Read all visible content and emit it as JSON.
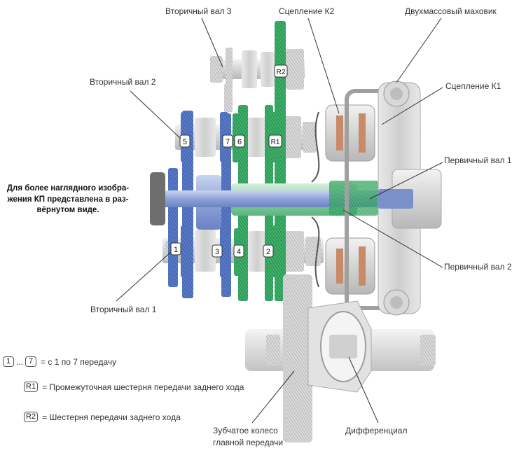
{
  "labels": {
    "secondary_shaft_3": "Вторичный вал 3",
    "clutch_k2": "Сцепление К2",
    "dual_mass_flywheel": "Двухмассовый маховик",
    "secondary_shaft_2": "Вторичный вал 2",
    "clutch_k1": "Сцепление К1",
    "primary_shaft_1": "Первичный вал 1",
    "primary_shaft_2": "Первичный вал 2",
    "secondary_shaft_1": "Вторичный вал 1",
    "main_gear_line1": "Зубчатое колесо",
    "main_gear_line2": "главной передачи",
    "differential": "Дифференциал"
  },
  "note": {
    "line1": "Для более наглядного изобра-",
    "line2": "жения КП представлена в раз-",
    "line3": "вёрнутом виде."
  },
  "gear_badges": {
    "g1": "1",
    "g2": "2",
    "g3": "3",
    "g4": "4",
    "g5": "5",
    "g6": "6",
    "g7": "7",
    "r1": "R1",
    "r2": "R2"
  },
  "legend": {
    "row1_from": "1",
    "row1_dots": "...",
    "row1_to": "7",
    "row1_text": "= с 1 по 7 передачу",
    "row2_badge": "R1",
    "row2_text": "= Промежуточная шестерня передачи заднего хода",
    "row3_badge": "R2",
    "row3_text": "= Шестерня передачи заднего хода"
  },
  "colors": {
    "blue_gears": "#4a6fc0",
    "green_gears": "#3aa864",
    "grey_parts": "#c8c8c8",
    "dark_grey": "#8a8a8a",
    "leader_line": "#333333"
  }
}
